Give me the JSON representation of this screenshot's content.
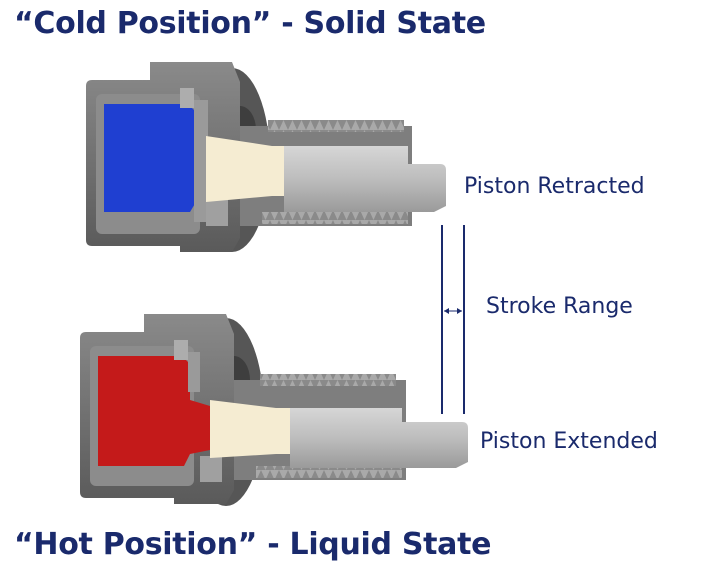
{
  "titles": {
    "cold": "“Cold Position” - Solid State",
    "hot": "“Hot Position” - Liquid State"
  },
  "labels": {
    "retracted": "Piston Retracted",
    "stroke": "Stroke Range",
    "extended": "Piston Extended"
  },
  "colors": {
    "text": "#1a2a6c",
    "solid_wax": "#1f3fd1",
    "liquid_wax": "#c41a1a",
    "insert": "#f5ecd2",
    "body": "#6f6f6f",
    "piston": "#bdbdbd"
  }
}
